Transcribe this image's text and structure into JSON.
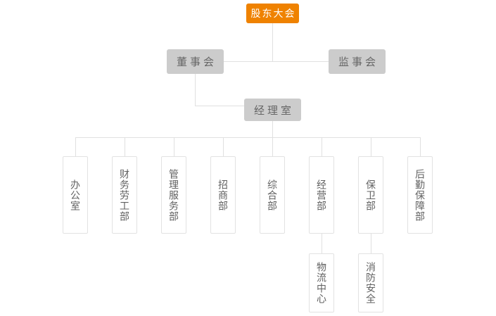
{
  "org": {
    "root": {
      "label": "股东大会"
    },
    "level2": [
      {
        "label": "董事会"
      },
      {
        "label": "监事会"
      }
    ],
    "level3": {
      "label": "经理室"
    },
    "departments": [
      {
        "label": "办公室"
      },
      {
        "label": "财务劳工部"
      },
      {
        "label": "管理服务部"
      },
      {
        "label": "招商部"
      },
      {
        "label": "综合部"
      },
      {
        "label": "经营部"
      },
      {
        "label": "保卫部"
      },
      {
        "label": "后勤保障部"
      }
    ],
    "subdepartments": [
      {
        "label": "物流中心",
        "parent": "经营部"
      },
      {
        "label": "消防安全",
        "parent": "保卫部"
      }
    ],
    "colors": {
      "accent_orange": "#ef8200",
      "node_gray": "#cccccc",
      "node_gray_text": "#666666",
      "dept_border": "#e2e2e2",
      "dept_text": "#616161",
      "connector": "#e0e0e0",
      "background": "#ffffff"
    }
  }
}
